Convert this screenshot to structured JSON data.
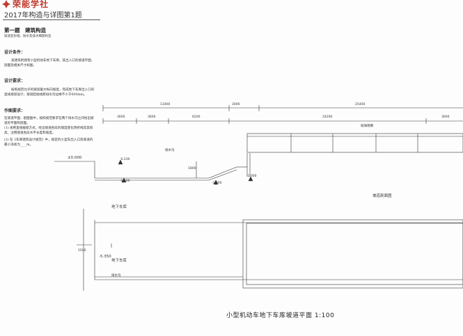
{
  "header": {
    "brand": "荣能学社",
    "title": "2017年构造与详图第1题"
  },
  "section": {
    "title": "第一题　建筑构造",
    "subtitle": "坡道变形缝、防水及排水细部构造"
  },
  "design_conditions": {
    "heading": "设计条件：",
    "body": "某建筑附建有小型机动车地下车库，其出入口的坡道平面、剖面及相关尺寸如图。"
  },
  "design_requirements": {
    "heading": "设计要求：",
    "body": "按照规范允许的坡道最大纵向坡度，完成地下车库出入口的直线坡道设计，坡道起始线距排水沟边缘不小于600mm。"
  },
  "drawing_requirements": {
    "heading": "作图要求：",
    "lines": [
      "在坡道平面、剖面图中，按照规范要求在两个排水沟之间绘出坡道的平面和剖面。",
      "(1) 采用直线缓坡方式，绘出坡道各段的坡度变化转折线及其标高，注明坡道各段水平长度和坡度。",
      "(2) 在《车库建筑设计规范》中，规定的小型车出入口及坡道的最小净高为____m。"
    ]
  },
  "dimensions": {
    "top_13400": "13400",
    "top_3000": "3000",
    "top_25400": "25400",
    "sub_3600a": "3600",
    "sub_3600b": "3600",
    "sub_6200": "6200",
    "sub_24200": "24200",
    "sub_3600c": "3600",
    "height_1800": "1800",
    "plan_side": "5500"
  },
  "levels": {
    "ground": "±0.000",
    "l_m0230": "-0.230",
    "l_m1500": "-1.500",
    "l_m1800": "-1.800",
    "l_m1000": "-1.000",
    "l_m5350": "-5.350"
  },
  "labels": {
    "glass_canopy": "玻璃雨棚",
    "drain": "排水沟",
    "section_name": "坡道剖面图",
    "garage1": "地下车库",
    "garage2": "地下车库",
    "drain2": "排水沟",
    "caption": "小型机动车地下车库坡道平面 1:100"
  }
}
